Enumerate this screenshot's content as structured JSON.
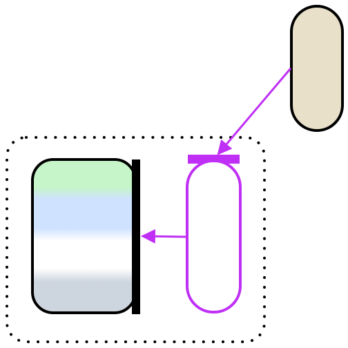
{
  "diagram": {
    "colors": {
      "background": "#ffffff",
      "outline": "#000000",
      "accent": "#bf2ff5",
      "beige_fill": "#e8e0c8",
      "band_green": "#c5f5c8",
      "band_blue": "#cfe2ff",
      "band_white": "#ffffff",
      "band_gray": "#cdd5de"
    },
    "nodes": [
      {
        "id": "beige-capsule",
        "shape": "capsule",
        "fill": "beige"
      },
      {
        "id": "purple-capsule",
        "shape": "capsule",
        "outline": "accent",
        "fill": "none",
        "marker": "bar-top"
      },
      {
        "id": "striped-box",
        "shape": "rounded-rect",
        "fill": "gradient-bands",
        "marker": "bar-right"
      }
    ],
    "group": {
      "id": "dotted-group",
      "style": "dotted-border",
      "contains": [
        "purple-capsule",
        "striped-box"
      ]
    },
    "edges": [
      {
        "from": "beige-capsule",
        "to": "purple-capsule",
        "arrow": "end"
      },
      {
        "from": "purple-capsule",
        "to": "striped-box",
        "arrow": "end"
      }
    ]
  }
}
